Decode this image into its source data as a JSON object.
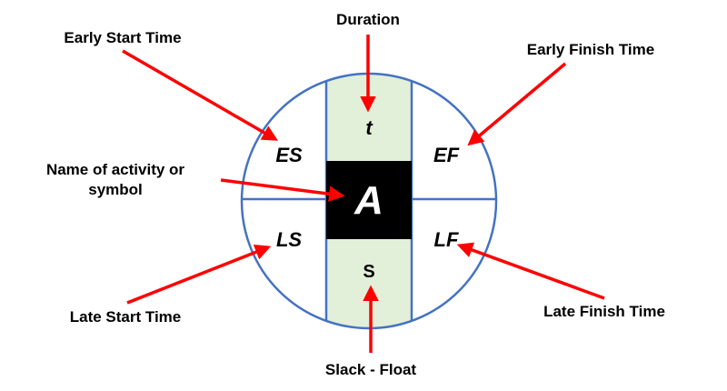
{
  "node": {
    "duration_symbol": "t",
    "activity_symbol": "A",
    "slack_symbol": "S",
    "early_start_symbol": "ES",
    "early_finish_symbol": "EF",
    "late_start_symbol": "LS",
    "late_finish_symbol": "LF"
  },
  "callouts": {
    "duration": "Duration",
    "early_start_time": "Early Start Time",
    "early_finish_time": "Early Finish Time",
    "activity_name_line1": "Name of activity or",
    "activity_name_line2": "symbol",
    "late_start_time": "Late Start Time",
    "late_finish_time": "Late Finish Time",
    "slack_float": "Slack - Float"
  },
  "colors": {
    "circle_stroke": "#4472c4",
    "column_fill": "#e2efd9",
    "center_fill": "#000000",
    "arrow": "#ff0000"
  }
}
